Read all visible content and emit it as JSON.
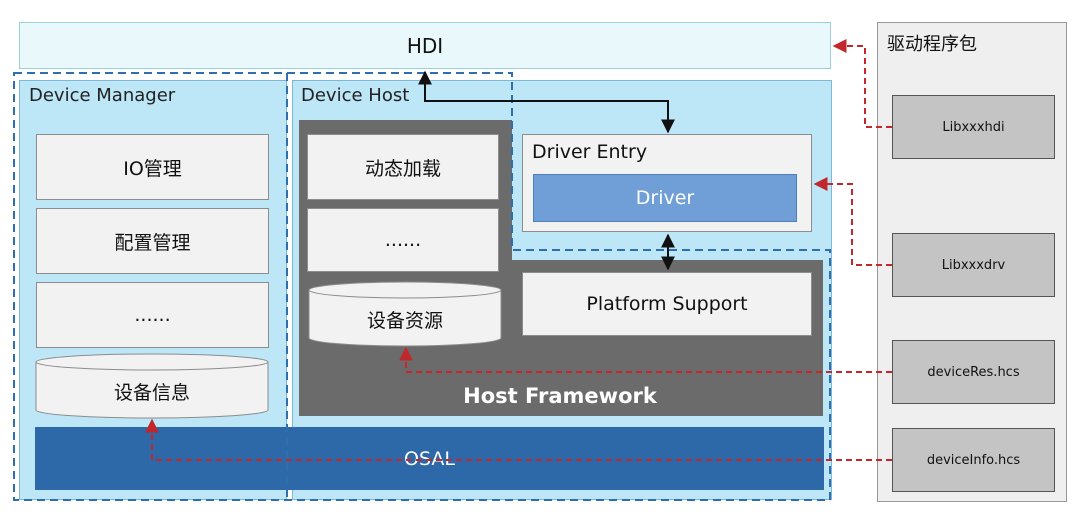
{
  "hdi": {
    "label": "HDI"
  },
  "device_manager": {
    "title": "Device Manager",
    "items": [
      "IO管理",
      "配置管理",
      "......"
    ],
    "storage": "设备信息"
  },
  "device_host": {
    "title": "Device Host",
    "items": [
      "动态加载",
      "......"
    ],
    "storage": "设备资源",
    "framework_label": "Host Framework",
    "driver_entry": "Driver Entry",
    "driver": "Driver",
    "platform_support": "Platform Support"
  },
  "osal": {
    "label": "OSAL"
  },
  "driver_package": {
    "title": "驱动程序包",
    "items": [
      "Libxxxhdi",
      "Libxxxdrv",
      "deviceRes.hcs",
      "deviceInfo.hcs"
    ]
  },
  "colors": {
    "hdi_fill": "#e9f8fb",
    "panel_fill": "#bde6f7",
    "framework_fill": "#6b6b6b",
    "driver_fill": "#6f9fd6",
    "osal_fill": "#2d69a8",
    "dashed_outline": "#2e6fb0",
    "link_arrow": "#c0282b"
  }
}
